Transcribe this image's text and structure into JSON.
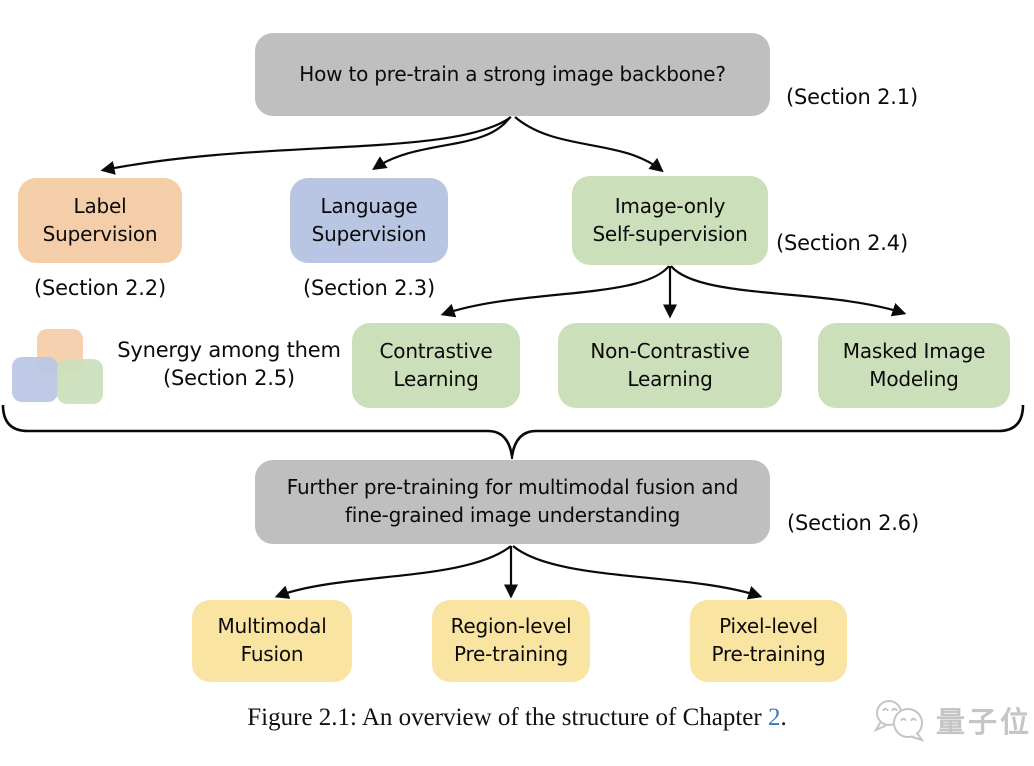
{
  "colors": {
    "root_box": "#bfbfbf",
    "label_supervision_box": "#f4cda9",
    "language_supervision_box": "#b8c6e4",
    "self_supervision_box": "#cbdfba",
    "fusion_box": "#fae4a2",
    "arrow": "#0a0a0a",
    "caption_link": "#3c78bc",
    "watermark": "#c5c5c5"
  },
  "nodes": {
    "root": {
      "label": "How to pre-train a strong image backbone?",
      "section": "(Section 2.1)"
    },
    "label_supervision": {
      "label": "Label\nSupervision",
      "section": "(Section 2.2)"
    },
    "language_supervision": {
      "label": "Language\nSupervision",
      "section": "(Section 2.3)"
    },
    "image_only": {
      "label": "Image-only\nSelf-supervision",
      "section": "(Section 2.4)"
    },
    "synergy": {
      "label": "Synergy among them\n(Section 2.5)"
    },
    "contrastive": {
      "label": "Contrastive\nLearning"
    },
    "non_contrastive": {
      "label": "Non-Contrastive\nLearning"
    },
    "masked_image": {
      "label": "Masked Image\nModeling"
    },
    "further_pretraining": {
      "label": "Further pre-training for multimodal fusion and\nfine-grained image understanding",
      "section": "(Section 2.6)"
    },
    "multimodal_fusion": {
      "label": "Multimodal\nFusion"
    },
    "region_level": {
      "label": "Region-level\nPre-training"
    },
    "pixel_level": {
      "label": "Pixel-level\nPre-training"
    }
  },
  "caption": {
    "prefix": "Figure 2.1: An overview of the structure of Chapter ",
    "link": "2",
    "suffix": "."
  },
  "watermark": {
    "text": "量子位"
  }
}
